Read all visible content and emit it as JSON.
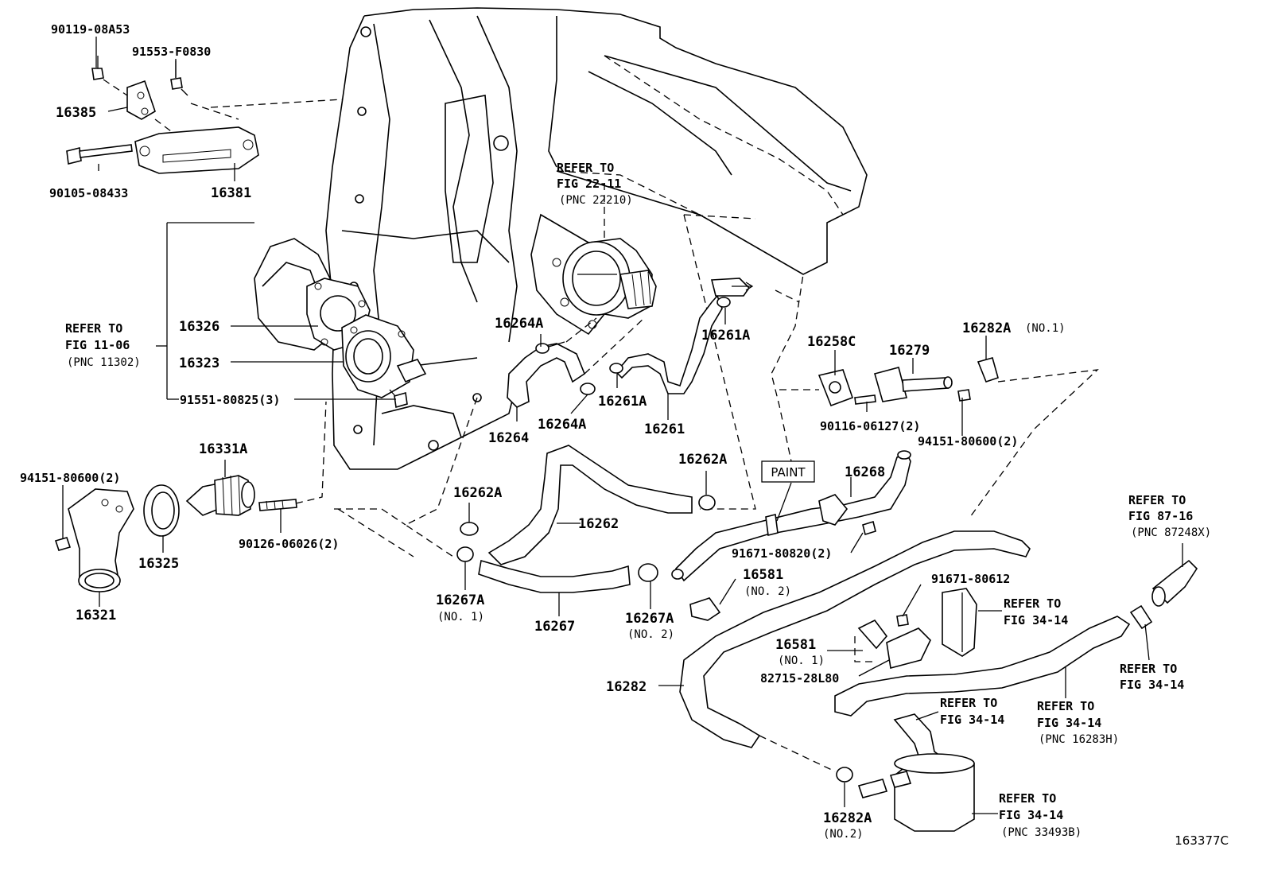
{
  "diagram_id": "163377C",
  "paint_box": "PAINT",
  "parts": {
    "p_90119": "90119-08A53",
    "p_91553": "91553-F0830",
    "p_16385": "16385",
    "p_90105": "90105-08433",
    "p_16381": "16381",
    "p_16326": "16326",
    "p_16323": "16323",
    "p_91551": "91551-80825(3)",
    "p_16331A": "16331A",
    "p_94151_left": "94151-80600(2)",
    "p_90126": "90126-06026(2)",
    "p_16325": "16325",
    "p_16321": "16321",
    "p_16264A_top": "16264A",
    "p_16264A_bot": "16264A",
    "p_16264": "16264",
    "p_16261A_top": "16261A",
    "p_16261A_mid": "16261A",
    "p_16261": "16261",
    "p_16262A_right": "16262A",
    "p_16262A_left": "16262A",
    "p_16262": "16262",
    "p_16267A_1": "16267A",
    "p_16267A_1_note": "(NO. 1)",
    "p_16267": "16267",
    "p_16267A_2": "16267A",
    "p_16267A_2_note": "(NO. 2)",
    "p_16258C": "16258C",
    "p_16279": "16279",
    "p_16282A_1": "16282A",
    "p_16282A_1_note": "(NO.1)",
    "p_90116": "90116-06127(2)",
    "p_94151_right": "94151-80600(2)",
    "p_16268": "16268",
    "p_91671_80820": "91671-80820(2)",
    "p_16581_2": "16581",
    "p_16581_2_note": "(NO. 2)",
    "p_91671_80612": "91671-80612",
    "p_16581_1": "16581",
    "p_16581_1_note": "(NO. 1)",
    "p_82715": "82715-28L80",
    "p_16282": "16282",
    "p_16282A_2": "16282A",
    "p_16282A_2_note": "(NO.2)"
  },
  "references": {
    "ref_fig22": [
      "REFER TO",
      "FIG 22-11",
      "(PNC 22210)"
    ],
    "ref_fig11": [
      "REFER TO",
      "FIG 11-06",
      "(PNC 11302)"
    ],
    "ref_fig87": [
      "REFER TO",
      "FIG 87-16",
      "(PNC 87248X)"
    ],
    "ref_fig34_a": [
      "REFER TO",
      "FIG 34-14"
    ],
    "ref_fig34_b": [
      "REFER TO",
      "FIG 34-14"
    ],
    "ref_fig34_c": [
      "REFER TO",
      "FIG 34-14"
    ],
    "ref_fig34_d": [
      "REFER TO",
      "FIG 34-14",
      "(PNC 16283H)"
    ],
    "ref_fig34_e": [
      "REFER TO",
      "FIG 34-14",
      "(PNC 33493B)"
    ]
  }
}
